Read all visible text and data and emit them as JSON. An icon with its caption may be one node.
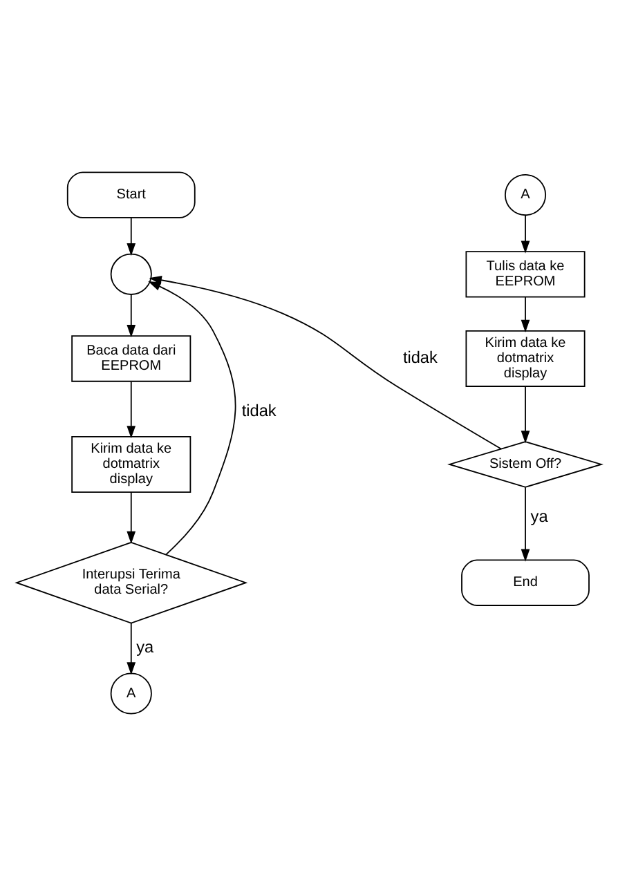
{
  "diagram": {
    "nodes": [
      {
        "text": [
          "Start"
        ]
      },
      {
        "text": [],
        "shape": "circle"
      },
      {
        "text": [
          "Baca data dari EEPROM"
        ]
      },
      {
        "text": [
          "Kirim data ke dotmatrix display"
        ]
      },
      {
        "text": [
          "Interupsi Terima data Serial?"
        ]
      },
      {
        "text": [
          "A"
        ]
      },
      {
        "text": [
          "A"
        ]
      },
      {
        "text": [
          "Tulis data ke EEPROM"
        ]
      },
      {
        "text": [
          "Kirim data ke dotmatrix display"
        ]
      },
      {
        "text": [
          "Sistem Off?"
        ]
      },
      {
        "text": [
          "End"
        ]
      }
    ],
    "edges": [
      {
        "from": 0,
        "to": 1,
        "arrow": "to"
      },
      {
        "from": 1,
        "to": 2,
        "arrow": "to"
      },
      {
        "from": 2,
        "to": 3,
        "arrow": "to"
      },
      {
        "from": 3,
        "to": 4,
        "arrow": "to"
      },
      {
        "from": 4,
        "to": 5,
        "arrow": "to",
        "label": "ya"
      },
      {
        "from": 4,
        "to": 1,
        "arrow": "to",
        "label": "tidak"
      },
      {
        "from": 6,
        "to": 7,
        "arrow": "to"
      },
      {
        "from": 7,
        "to": 8,
        "arrow": "to"
      },
      {
        "from": 8,
        "to": 9,
        "arrow": "to"
      },
      {
        "from": 9,
        "to": 1,
        "arrow": "to",
        "label": "tidak"
      },
      {
        "from": 9,
        "to": 10,
        "arrow": "to",
        "label": "ya"
      }
    ]
  }
}
